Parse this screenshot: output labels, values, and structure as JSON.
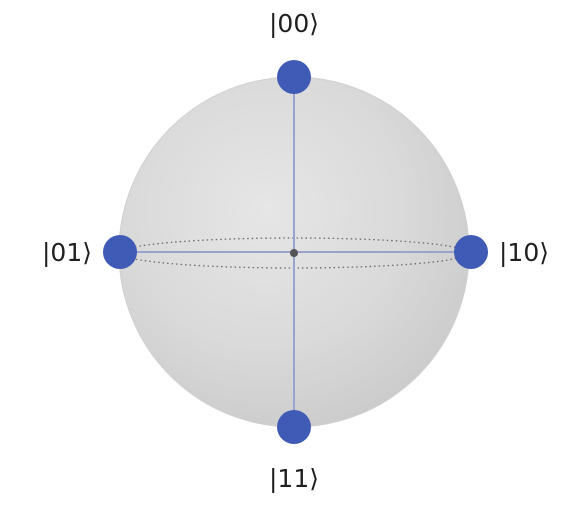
{
  "diagram": {
    "states": [
      {
        "ket": "|00⟩"
      },
      {
        "ket": "|01⟩"
      },
      {
        "ket": "|10⟩"
      },
      {
        "ket": "|11⟩"
      }
    ],
    "colors": {
      "sphere_fill": "#dcdcdc",
      "sphere_edge": "#c8c8c8",
      "axis_line": "#9aa3cc",
      "state_point": "#3f5bb5",
      "equator_dots": "#6a6a6a",
      "center_point": "#555555",
      "label_text": "#1f1f1f"
    }
  }
}
